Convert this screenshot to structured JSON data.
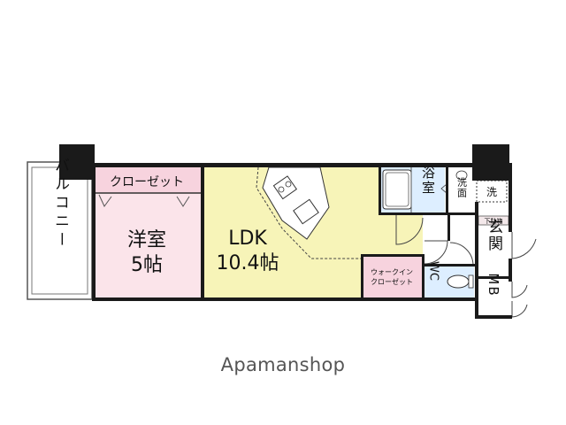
{
  "watermark": "Apamanshop",
  "rooms": {
    "balcony": "バルコニー",
    "closet": "クローゼット",
    "western_name": "洋室",
    "western_size": "5帖",
    "ldk_name": "LDK",
    "ldk_size": "10.4帖",
    "bath": "浴室",
    "washroom": "洗面",
    "washer": "洗",
    "shoe_box": "下駄箱",
    "entrance": "玄関",
    "walkin_line1": "ウォークイン",
    "walkin_line2": "クローゼット",
    "wc": "WC",
    "mb": "MB"
  },
  "colors": {
    "western_room": "#fbe4ea",
    "closet": "#f7d3de",
    "ldk": "#f7f4b8",
    "wet_area": "#ddeeff",
    "wall": "#1a1a1a"
  }
}
